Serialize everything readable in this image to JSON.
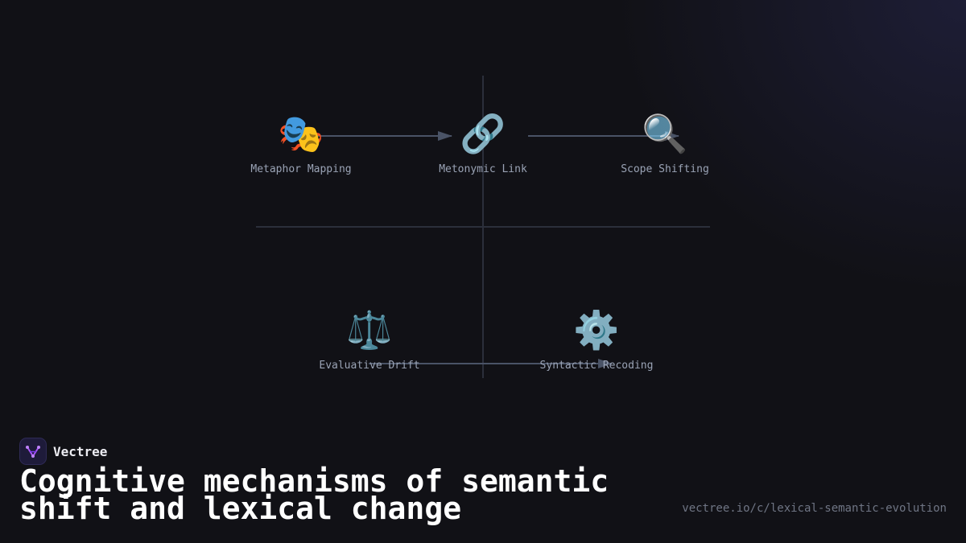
{
  "diagram": {
    "nodes": [
      {
        "icon": "🎭",
        "icon_name": "theater-masks-icon",
        "label": "Metaphor Mapping"
      },
      {
        "icon": "🔗",
        "icon_name": "link-icon",
        "label": "Metonymic Link"
      },
      {
        "icon": "🔍",
        "icon_name": "magnifier-icon",
        "label": "Scope Shifting"
      },
      {
        "icon": "⚖️",
        "icon_name": "balance-scale-icon",
        "label": "Evaluative Drift"
      },
      {
        "icon": "⚙️",
        "icon_name": "gear-icon",
        "label": "Syntactic Recoding"
      }
    ],
    "edges": [
      {
        "from": "Metaphor Mapping",
        "to": "Metonymic Link"
      },
      {
        "from": "Metonymic Link",
        "to": "Scope Shifting"
      },
      {
        "from": "Evaluative Drift",
        "to": "Syntactic Recoding"
      }
    ],
    "line_color": "#4a5366",
    "label_color": "#9aa3b5"
  },
  "brand": {
    "name": "Vectree",
    "logo_icon": "vectree-logo-icon",
    "accent": "#a855f7"
  },
  "title": "Cognitive mechanisms of semantic shift and lexical change",
  "url": "vectree.io/c/lexical-semantic-evolution"
}
